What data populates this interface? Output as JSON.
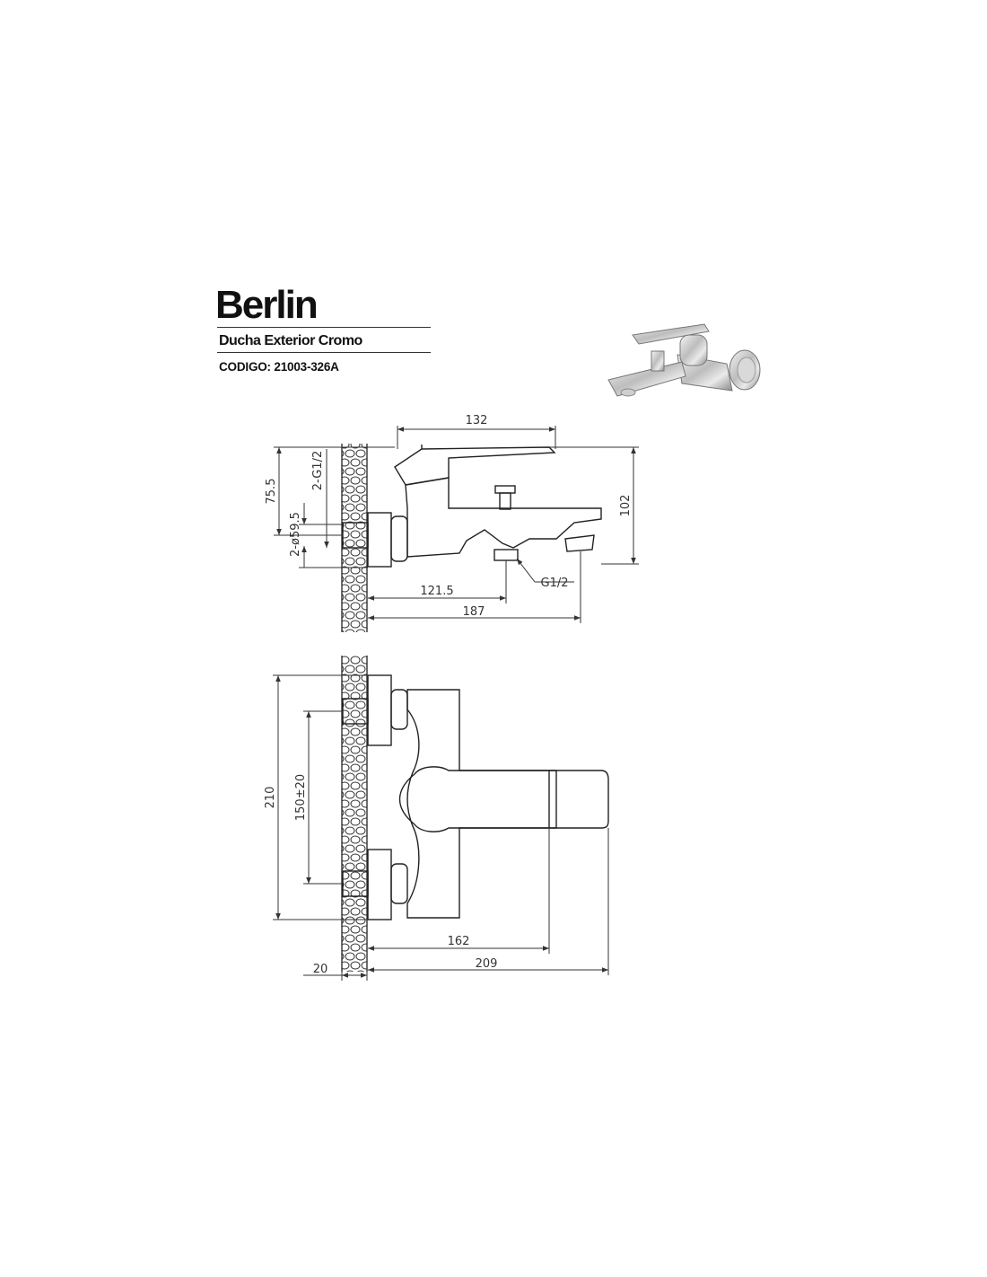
{
  "header": {
    "brand": "Berlin",
    "product_name": "Ducha Exterior Cromo",
    "code_line": "CODIGO: 21003-326A"
  },
  "side_view": {
    "dim_width_top": "132",
    "dim_height_right": "102",
    "dim_outlet_height": "75.5",
    "dim_inlet_thread": "2-G1/2",
    "dim_inlet_diameter": "2-ø59.5",
    "dim_outlet_thread": "G1/2",
    "dim_diverter_distance": "121.5",
    "dim_spout_length": "187"
  },
  "top_view": {
    "dim_total_height": "210",
    "dim_centre_distance": "150±20",
    "dim_lever_depth": "162",
    "dim_total_depth": "209",
    "dim_wall_thickness": "20"
  },
  "colors": {
    "line": "#222222",
    "dimension": "#333333"
  }
}
